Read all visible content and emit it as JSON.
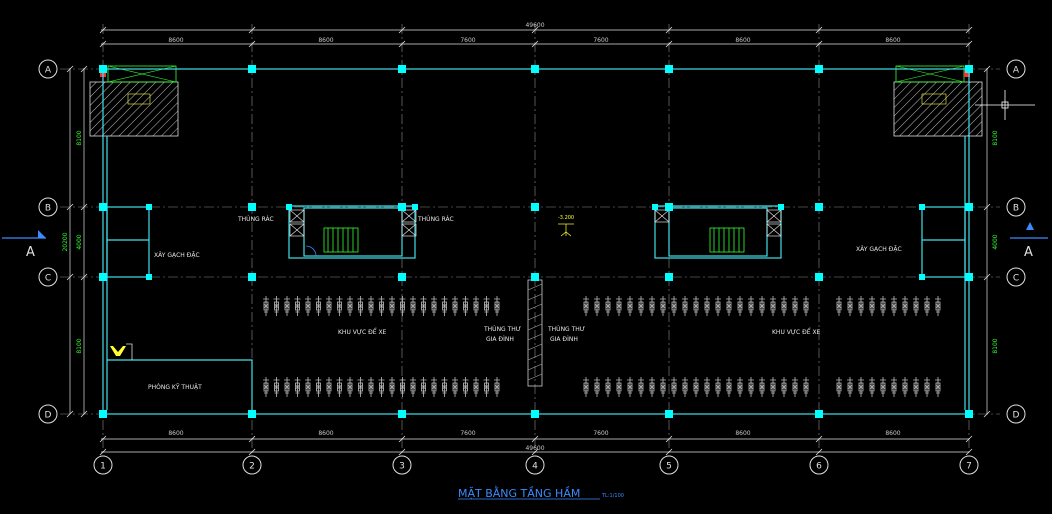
{
  "drawing": {
    "title": "MẶT BẰNG TẦNG HẦM",
    "scale": "TL:1/100"
  },
  "dimensions": {
    "overall": "49600",
    "spans": [
      "8600",
      "8600",
      "7600",
      "7600",
      "8600",
      "8600"
    ],
    "left_rows": [
      "8100",
      "20200",
      "8100"
    ],
    "right_rows": [
      "8100",
      "4000",
      "8100"
    ],
    "left_mid": "4000"
  },
  "axes": {
    "rows": [
      "A",
      "B",
      "C",
      "D"
    ],
    "cols": [
      "1",
      "2",
      "3",
      "4",
      "5",
      "6",
      "7"
    ]
  },
  "section_marks": [
    "A",
    "A"
  ],
  "labels": {
    "trash_left": "THÙNG RÁC",
    "trash_right": "THÙNG RÁC",
    "brick_left": "XÂY GẠCH ĐẶC",
    "brick_right": "XÂY GẠCH ĐẶC",
    "parking_left": "KHU VỰC ĐỂ XE",
    "parking_right": "KHU VỰC ĐỂ XE",
    "mailbox_left_1": "THÙNG THƯ",
    "mailbox_left_2": "GIA ĐÌNH",
    "mailbox_right_1": "THÙNG THƯ",
    "mailbox_right_2": "GIA ĐÌNH",
    "tech_room": "PHÒNG KỸ THUẬT",
    "elevation": "-3.200"
  },
  "colors": {
    "wall": "#40e0e8",
    "column": "#00ffff",
    "grid": "#9a9a9a",
    "dim_line": "#e0e0e0",
    "title": "#3b8bff",
    "green": "#33ff33"
  }
}
